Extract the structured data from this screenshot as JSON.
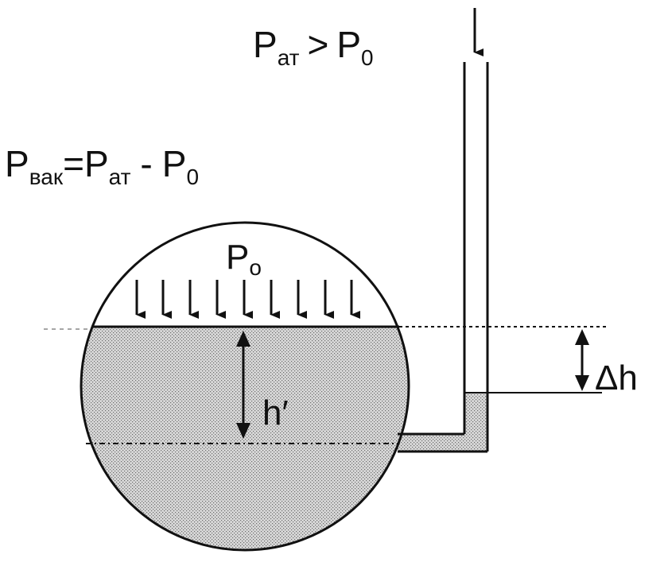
{
  "labels": {
    "p_at_symbol": "P",
    "p_at_sub": "ат",
    "gt": ">",
    "p0_symbol": "P",
    "p0_sub": "0",
    "p_vak_symbol": "P",
    "p_vak_sub": "вак",
    "equals": "=",
    "p_at2_symbol": "P",
    "p_at2_sub": "ат",
    "minus": "-",
    "p0b_symbol": "P",
    "p0b_sub": "0",
    "po_symbol": "P",
    "po_sub": "o",
    "h_prime": "h′",
    "delta_h": "Δh"
  },
  "colors": {
    "ink": "#111111",
    "liquid_fill": "#c9c9c9",
    "background": "#ffffff"
  }
}
